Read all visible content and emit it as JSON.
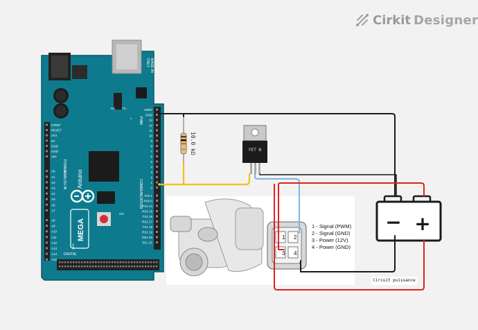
{
  "brand": {
    "name_part1": "Cirkit",
    "name_part2": "Designer",
    "icon": "cirkit-logo-icon"
  },
  "arduino": {
    "name": "Arduino",
    "model": "MEGA",
    "model_sub": "2560",
    "made_in_line1": "MADE IN",
    "made_in_line2": "ITALY",
    "left_pins": [
      "IOREF",
      "RESET",
      "3V3",
      "5V",
      "GND",
      "GND",
      "VIN",
      "A0",
      "A1",
      "A2",
      "A3",
      "A4",
      "A5",
      "A6",
      "A7",
      "A8",
      "A9",
      "A10",
      "A11",
      "A12",
      "A13",
      "A14",
      "A15"
    ],
    "right_pins_top": [
      "AREF",
      "GND",
      "13",
      "12",
      "11",
      "10",
      "9",
      "8",
      "7",
      "6",
      "5",
      "4",
      "3",
      "2",
      "1",
      "0"
    ],
    "right_pins_comm": [
      "TX0 1",
      "RX0 0",
      "TX3 14",
      "RX3 15",
      "TX2 16",
      "RX2 17",
      "TX1 18",
      "RX1 19",
      "SDA 20",
      "SCL 21"
    ],
    "labels": {
      "power": "POWER",
      "analog": "ANALOG IN",
      "pwm": "PWM",
      "comm": "COMMUNICATION",
      "digital": "DIGITAL",
      "tx": "TX",
      "rx": "RX",
      "l": "L",
      "on": "ON"
    }
  },
  "resistor": {
    "label": "10.0 kΩ"
  },
  "mosfet": {
    "label": "FET N"
  },
  "pump_connector": {
    "pin_labels": [
      "1",
      "2",
      "3",
      "4"
    ]
  },
  "pump_legend": [
    "1 - Signal (PWM)",
    "2 - Signal (GND)",
    "3 - Power (12V)",
    "4 - Power (GND)"
  ],
  "battery": {
    "minus": "−",
    "plus": "+"
  },
  "caption": "Circuit puissance",
  "colors": {
    "board": "#0e7a8e",
    "board_dark": "#0b6170",
    "wire_black": "#1a1a1a",
    "wire_yellow": "#f2c20f",
    "wire_blue": "#7fb3e0",
    "wire_red": "#e02020"
  }
}
